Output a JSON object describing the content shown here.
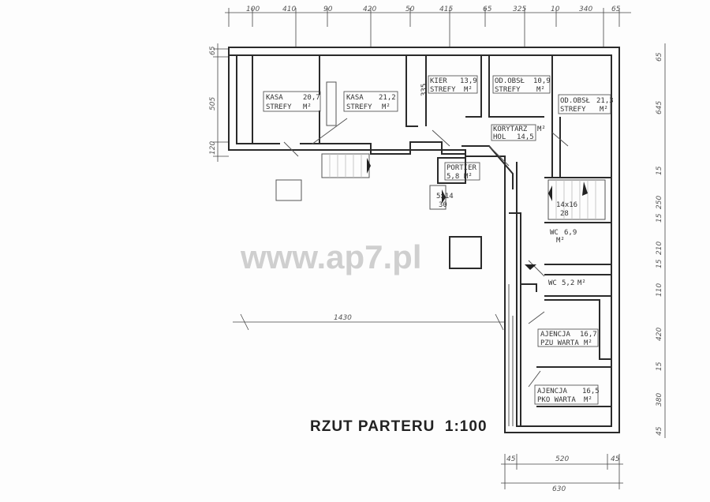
{
  "title": "RZUT PARTERU  1:100",
  "watermark": "www.ap7.pl",
  "dimensions": {
    "top": [
      "100",
      "410",
      "90",
      "420",
      "50",
      "415",
      "65",
      "325",
      "10",
      "340",
      "65"
    ],
    "left": [
      "65",
      "505",
      "120"
    ],
    "right": [
      "65",
      "645",
      "15",
      "250",
      "15",
      "210",
      "15",
      "110",
      "420",
      "15",
      "380",
      "45"
    ],
    "middle": "1430",
    "bottom_inner": [
      "45",
      "520",
      "45"
    ],
    "bottom_total": "630"
  },
  "rooms": [
    {
      "name": "KASA",
      "area": "20,7",
      "sub": "STREFY",
      "unit": "M²"
    },
    {
      "name": "KASA",
      "area": "21,2",
      "sub": "STREFY",
      "unit": "M²"
    },
    {
      "name": "KIER",
      "area": "13,9",
      "sub": "STREFY",
      "unit": "M²"
    },
    {
      "name": "OD.OBSŁ",
      "area": "10,9",
      "sub": "STREFY",
      "unit": "M²"
    },
    {
      "name": "OD.OBSŁ",
      "area": "21,3",
      "sub": "STREFY",
      "unit": "M²"
    },
    {
      "name": "KORYTARZ",
      "area": "14,5",
      "sub": "HOL",
      "unit": "M²"
    },
    {
      "name": "PORTIER",
      "area": "5,8",
      "sub": "",
      "unit": "M²"
    },
    {
      "name": "WC",
      "area": "6,9",
      "sub": "",
      "unit": "M²"
    },
    {
      "name": "WC",
      "area": "5,2",
      "sub": "",
      "unit": "M²"
    },
    {
      "name": "AJENCJA",
      "area": "16,7",
      "sub": "PZU WARTA",
      "unit": "M²"
    },
    {
      "name": "AJENCJA",
      "area": "16,5",
      "sub": "PKO WARTA",
      "unit": "M²"
    }
  ],
  "stairs": [
    {
      "size": "5x14",
      "count": "30"
    },
    {
      "size": "14x16",
      "count": "28"
    }
  ],
  "notes": {
    "height_335": "335"
  }
}
